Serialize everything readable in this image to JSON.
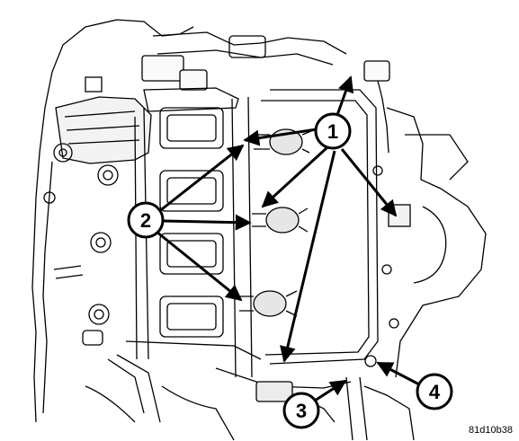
{
  "figure_id": "81d10b38",
  "callouts": [
    {
      "label": "1"
    },
    {
      "label": "2"
    },
    {
      "label": "3"
    },
    {
      "label": "4"
    }
  ],
  "colors": {
    "line": "#000000",
    "shade": "#d9d9d9",
    "background": "#ffffff"
  }
}
